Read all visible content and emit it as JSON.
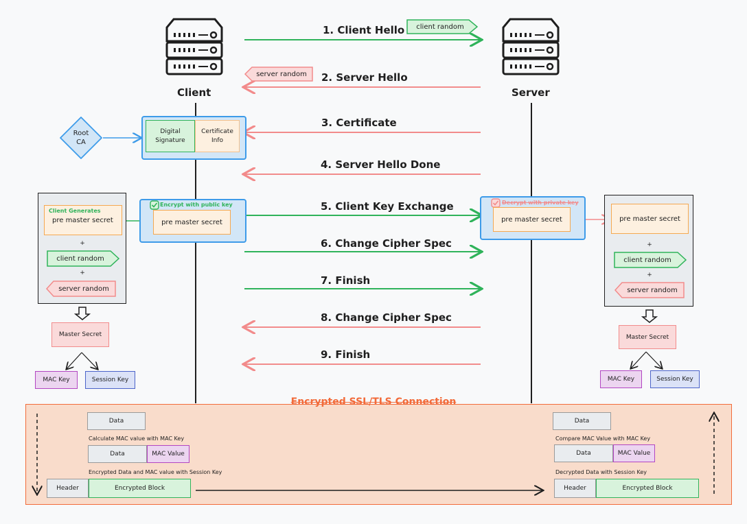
{
  "nodes": {
    "client": "Client",
    "server": "Server",
    "root_ca": "Root\nCA"
  },
  "steps": {
    "s1": "1. Client Hello",
    "s2": "2. Server Hello",
    "s3": "3. Certificate",
    "s4": "4. Server Hello Done",
    "s5": "5. Client Key Exchange",
    "s6": "6. Change  Cipher Spec",
    "s7": "7. Finish",
    "s8": "8. Change Cipher Spec",
    "s9": "9. Finish"
  },
  "tags": {
    "client_random": "client random",
    "server_random": "server random"
  },
  "certificate": {
    "digital_signature": "Digital\nSignature",
    "certificate_info": "Certificate\nInfo"
  },
  "key_exchange": {
    "encrypt_label": "Encrypt with public key",
    "decrypt_label": "Decrypt with private key",
    "pre_master": "pre master secret"
  },
  "client_panel": {
    "generates": "Client Generates",
    "pre_master": "pre master secret",
    "plus": "+",
    "client_random": "client random",
    "server_random": "server random",
    "master_secret": "Master Secret",
    "mac_key": "MAC Key",
    "session_key": "Session Key"
  },
  "server_panel": {
    "pre_master": "pre master secret",
    "plus": "+",
    "client_random": "client random",
    "server_random": "server random",
    "master_secret": "Master Secret",
    "mac_key": "MAC Key",
    "session_key": "Session Key"
  },
  "connection": {
    "title": "Encrypted SSL/TLS Connection",
    "left": {
      "data": "Data",
      "calc_caption": "Calculate MAC value with MAC Key",
      "data2": "Data",
      "mac_value": "MAC Value",
      "enc_caption": "Encrypted Data and MAC value with Session Key",
      "header": "Header",
      "encrypted_block": "Encrypted Block"
    },
    "right": {
      "data": "Data",
      "compare_caption": "Compare MAC Value with MAC Key",
      "data2": "Data",
      "mac_value": "MAC Value",
      "dec_caption": "Decrypted Data with Session Key",
      "header": "Header",
      "encrypted_block": "Encrypted Block"
    }
  },
  "colors": {
    "green": "#2fb35a",
    "red": "#f28b8b",
    "blue": "#3d9be9",
    "orange": "#f5a850",
    "connection_bg": "#f9dccb",
    "connection_border": "#f26b3a",
    "title_color": "#f26b3a"
  }
}
